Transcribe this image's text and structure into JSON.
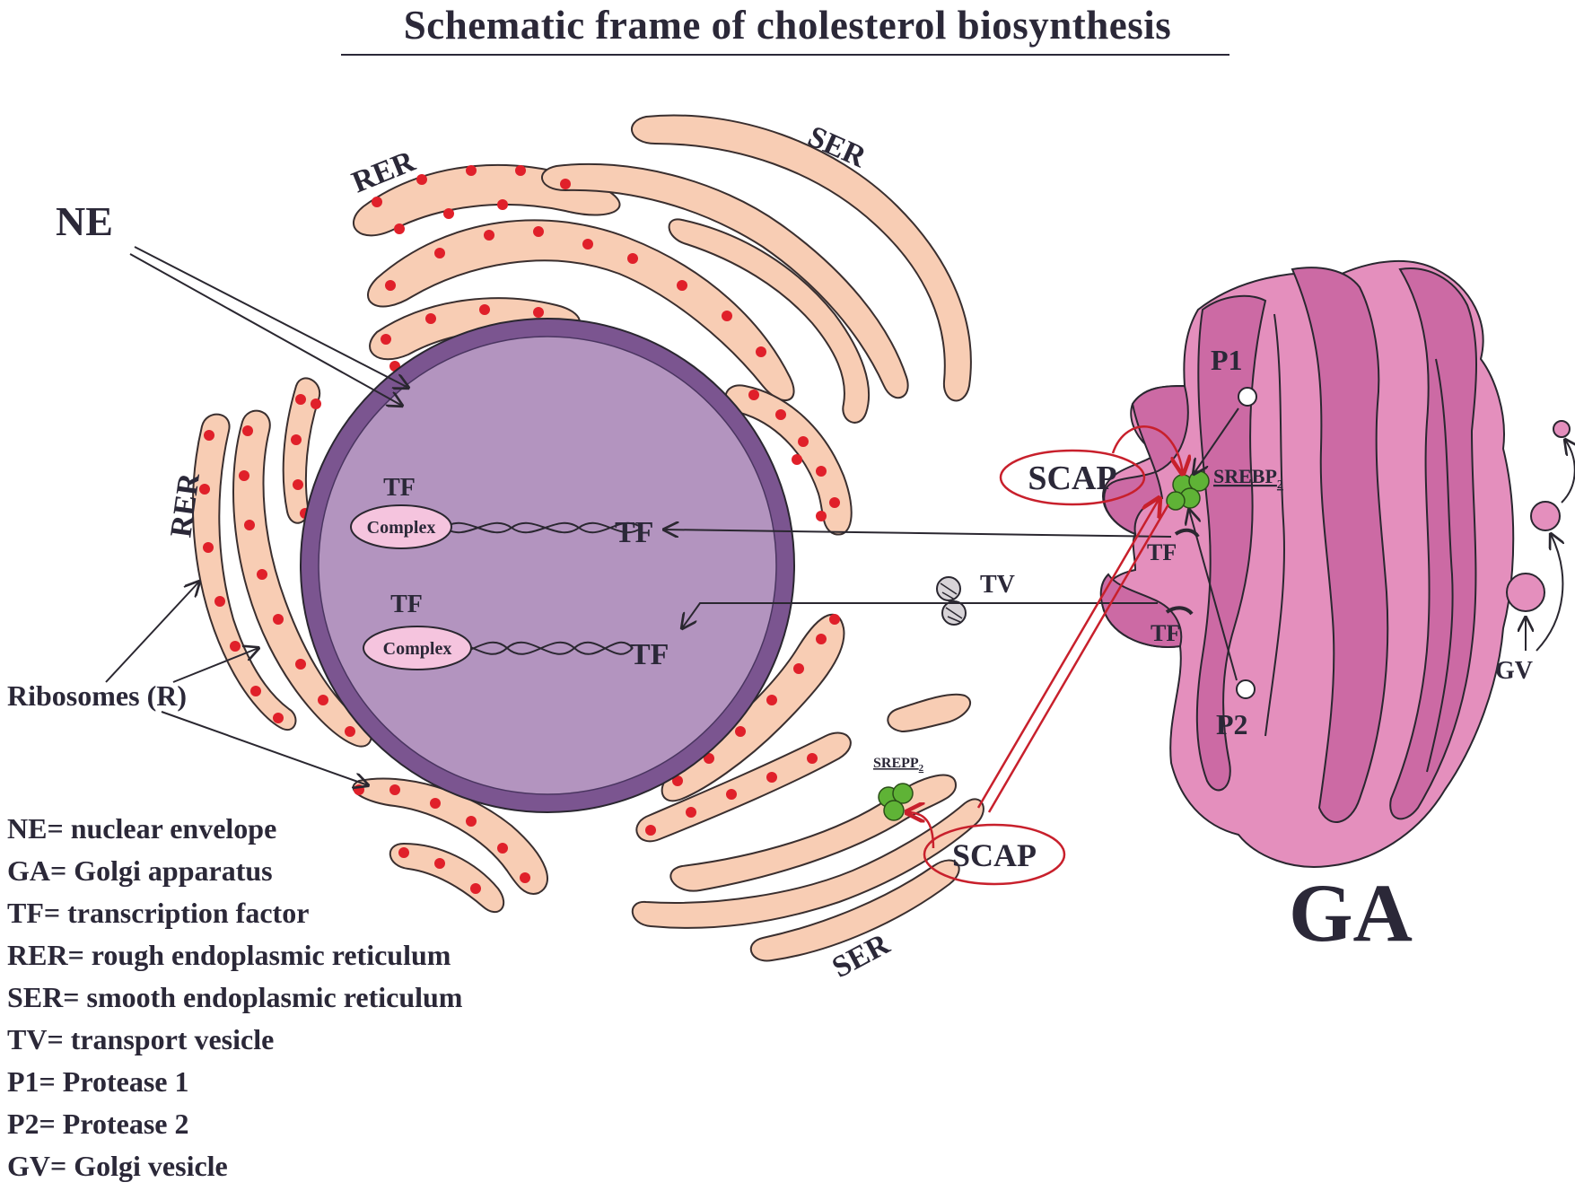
{
  "title": "Schematic frame of cholesterol biosynthesis",
  "labels": {
    "ne": "NE",
    "rer_top": "RER",
    "rer_left": "RER",
    "ser_top": "SER",
    "ser_bottom": "SER",
    "ribosomes": "Ribosomes (R)",
    "tf_complex_1_title": "TF",
    "tf_complex_1_name": "Complex",
    "tf_dna_1": "TF",
    "tf_complex_2_title": "TF",
    "tf_complex_2_name": "Complex",
    "tf_dna_2": "TF",
    "tv": "TV",
    "scap_golgi": "SCAP",
    "scap_er": "SCAP",
    "srebp_golgi": "SREBP",
    "srebp_golgi_sub": "2",
    "srepp_er": "SREPP",
    "srepp_er_sub": "2",
    "tf_golgi_1": "TF",
    "tf_golgi_2": "TF",
    "p1": "P1",
    "p2": "P2",
    "gv": "GV",
    "ga": "GA"
  },
  "legend": [
    "NE= nuclear envelope",
    "GA= Golgi apparatus",
    "TF= transcription factor",
    "RER= rough endoplasmic reticulum",
    "SER= smooth endoplasmic reticulum",
    "TV= transport  vesicle",
    "P1= Protease 1",
    "P2= Protease 2",
    "GV= Golgi  vesicle"
  ],
  "colors": {
    "er_fill": "#f8cdb4",
    "ribosome": "#e0202a",
    "nucleus_fill": "#b394bf",
    "nuclear_envelope": "#7b5590",
    "golgi_light": "#e48fbd",
    "golgi_dark": "#cc6aa4",
    "complex_fill": "#f5c4de",
    "srebp_green": "#5fb336",
    "scap_red": "#c8202c"
  }
}
